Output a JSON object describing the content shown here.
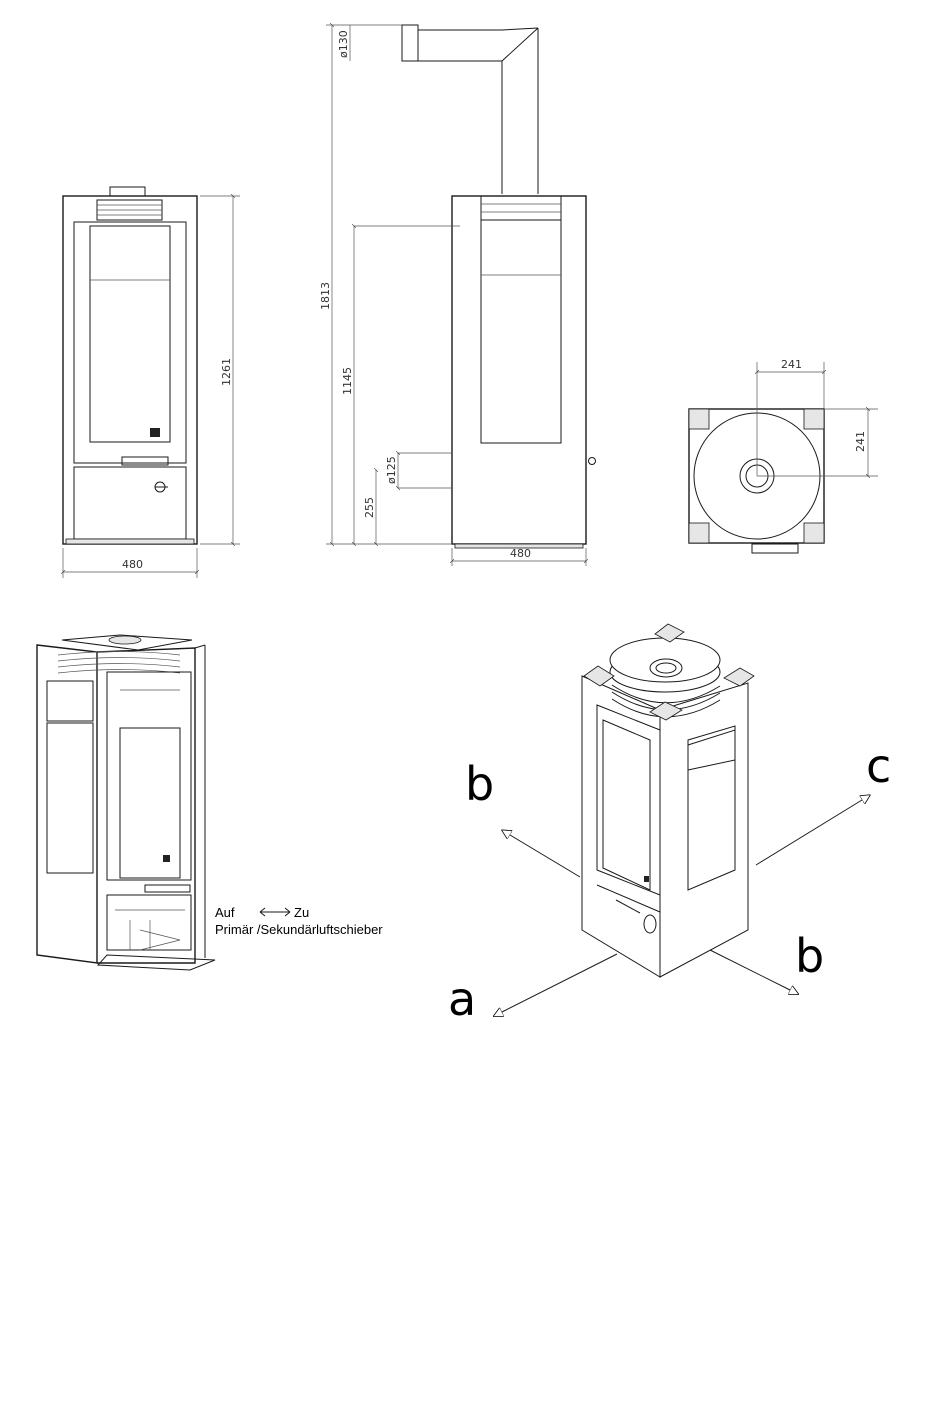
{
  "dimensions": {
    "front_width": "480",
    "front_height": "1261",
    "side_width": "480",
    "total_height": "1813",
    "outlet_height": "1145",
    "inlet_height": "255",
    "flue_diameter": "ø130",
    "inlet_diameter": "ø125",
    "top_offset_x": "241",
    "top_offset_y": "241"
  },
  "air_slider": {
    "open": "Auf",
    "close": "Zu",
    "caption": "Primär /Sekundärluftschieber"
  },
  "axes": {
    "a": "a",
    "b_left": "b",
    "b_right": "b",
    "c": "c"
  }
}
